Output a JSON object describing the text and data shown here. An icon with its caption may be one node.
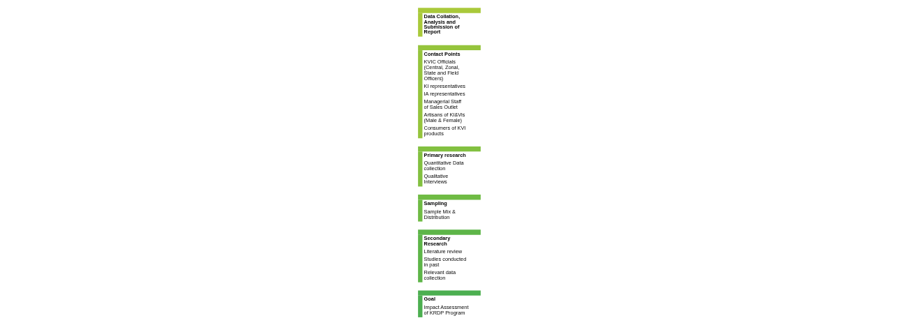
{
  "diagram": {
    "nodes": [
      {
        "text": [
          "Goal",
          "Impact Assessment of KRDP Program"
        ]
      },
      {
        "text": [
          "Secondary Research",
          "Literature review",
          "Studies conducted in past",
          "Relevant data collection"
        ]
      },
      {
        "text": [
          "Sampling",
          "Sample Mix & Distribution"
        ]
      },
      {
        "text": [
          "Primary research",
          "Quantitative Data collection",
          "Qualitative Interviews"
        ]
      },
      {
        "text": [
          "Contact Points",
          "KVIC Officials (Central, Zonal, State and Field Officers)",
          "KI representatives",
          "IA representatives",
          "Managerial Staff of Sales Outlet",
          "Artisans of KI&Vis (Male & Female)",
          "Consumers of KVI products"
        ]
      },
      {
        "text": [
          "Data Collation, Analysis and Submission of Report"
        ]
      }
    ],
    "edges": []
  }
}
